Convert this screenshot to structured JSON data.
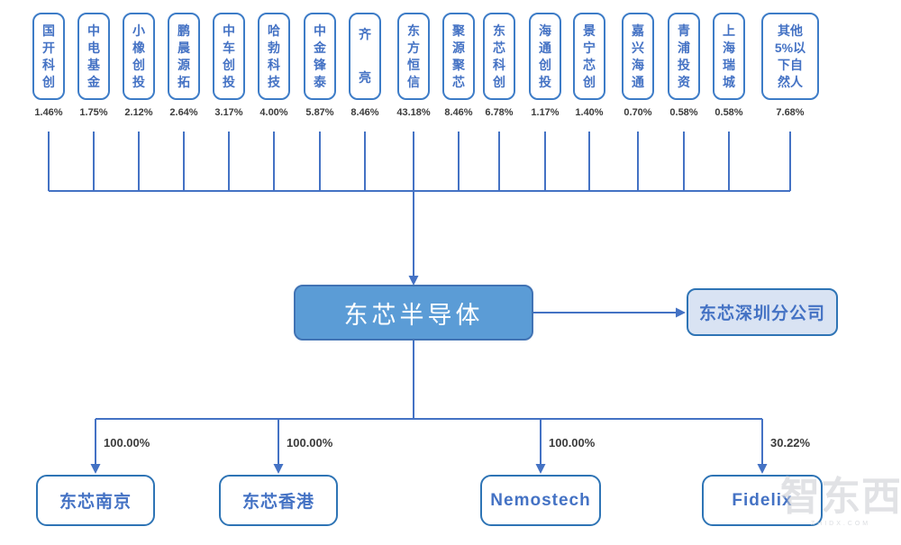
{
  "diagram": {
    "parent": {
      "name": "东芯半导体"
    },
    "branch": {
      "name": "东芯深圳分公司"
    },
    "shareholders": [
      {
        "name": "国开科创",
        "pct": "1.46%"
      },
      {
        "name": "中电基金",
        "pct": "1.75%"
      },
      {
        "name": "小橡创投",
        "pct": "2.12%"
      },
      {
        "name": "鹏晨源拓",
        "pct": "2.64%"
      },
      {
        "name": "中车创投",
        "pct": "3.17%"
      },
      {
        "name": "哈勃科技",
        "pct": "4.00%"
      },
      {
        "name": "中金锋泰",
        "pct": "5.87%"
      },
      {
        "name": "齐亮",
        "pct": "8.46%"
      },
      {
        "name": "东方恒信",
        "pct": "43.18%"
      },
      {
        "name": "聚源聚芯",
        "pct": "8.46%"
      },
      {
        "name": "东芯科创",
        "pct": "6.78%"
      },
      {
        "name": "海通创投",
        "pct": "1.17%"
      },
      {
        "name": "景宁芯创",
        "pct": "1.40%"
      },
      {
        "name": "嘉兴海通",
        "pct": "0.70%"
      },
      {
        "name": "青浦投资",
        "pct": "0.58%"
      },
      {
        "name": "上海瑞城",
        "pct": "0.58%"
      },
      {
        "name": "其他5%以下自然人",
        "pct": "7.68%",
        "lines": [
          "其他",
          "5%以",
          "下自",
          "然人"
        ]
      }
    ],
    "subsidiaries": [
      {
        "name": "东芯南京",
        "pct": "100.00%"
      },
      {
        "name": "东芯香港",
        "pct": "100.00%"
      },
      {
        "name": "Nemostech",
        "pct": "100.00%"
      },
      {
        "name": "Fidelix",
        "pct": "30.22%"
      }
    ],
    "colors": {
      "line": "#4472c4",
      "box_border": "#3d7cc7",
      "box_text": "#4472c4",
      "parent_fill": "#5b9cd6",
      "branch_fill": "#d9e3f3",
      "pct_text": "#3b3b3b"
    },
    "watermark": {
      "text": "智东西",
      "sub": "ZHIDX.COM"
    }
  }
}
